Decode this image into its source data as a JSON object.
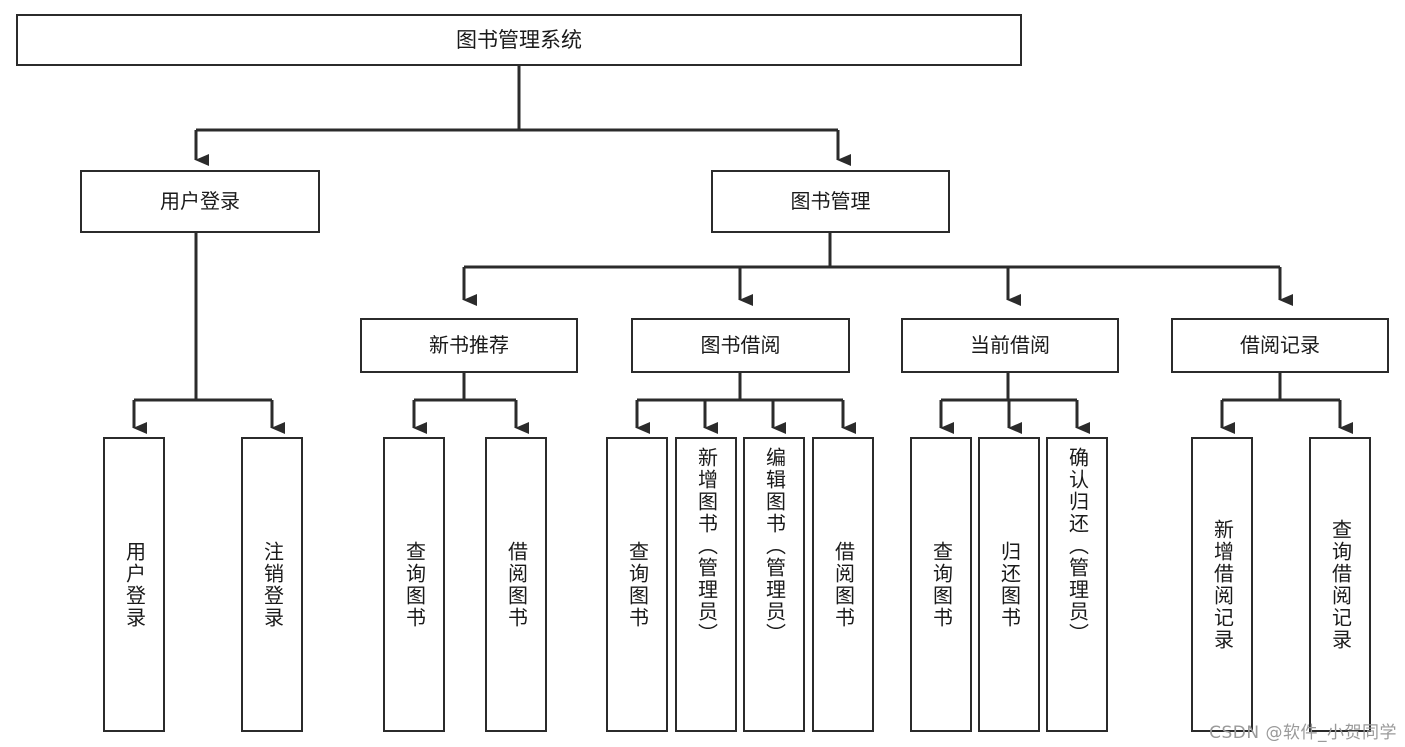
{
  "diagram": {
    "title": "图书管理系统",
    "watermark": "CSDN @软件_小贺同学",
    "line_color": "#2b2b2b",
    "box_fill": "#ffffff",
    "text_color": "#1a1a1a",
    "root": {
      "label": "图书管理系统"
    },
    "level2": [
      {
        "label": "用户登录"
      },
      {
        "label": "图书管理"
      }
    ],
    "level3": [
      {
        "label": "新书推荐"
      },
      {
        "label": "图书借阅"
      },
      {
        "label": "当前借阅"
      },
      {
        "label": "借阅记录"
      }
    ],
    "leaves": [
      {
        "label": "用户登录",
        "parent": "用户登录"
      },
      {
        "label": "注销登录",
        "parent": "用户登录"
      },
      {
        "label": "查询图书",
        "parent": "新书推荐"
      },
      {
        "label": "借阅图书",
        "parent": "新书推荐"
      },
      {
        "label": "查询图书",
        "parent": "图书借阅"
      },
      {
        "label": "新增图书（管理员）",
        "parent": "图书借阅"
      },
      {
        "label": "编辑图书（管理员）",
        "parent": "图书借阅"
      },
      {
        "label": "借阅图书",
        "parent": "图书借阅"
      },
      {
        "label": "查询图书",
        "parent": "当前借阅"
      },
      {
        "label": "归还图书",
        "parent": "当前借阅"
      },
      {
        "label": "确认归还（管理员）",
        "parent": "当前借阅"
      },
      {
        "label": "新增借阅记录",
        "parent": "借阅记录"
      },
      {
        "label": "查询借阅记录",
        "parent": "借阅记录"
      }
    ]
  }
}
